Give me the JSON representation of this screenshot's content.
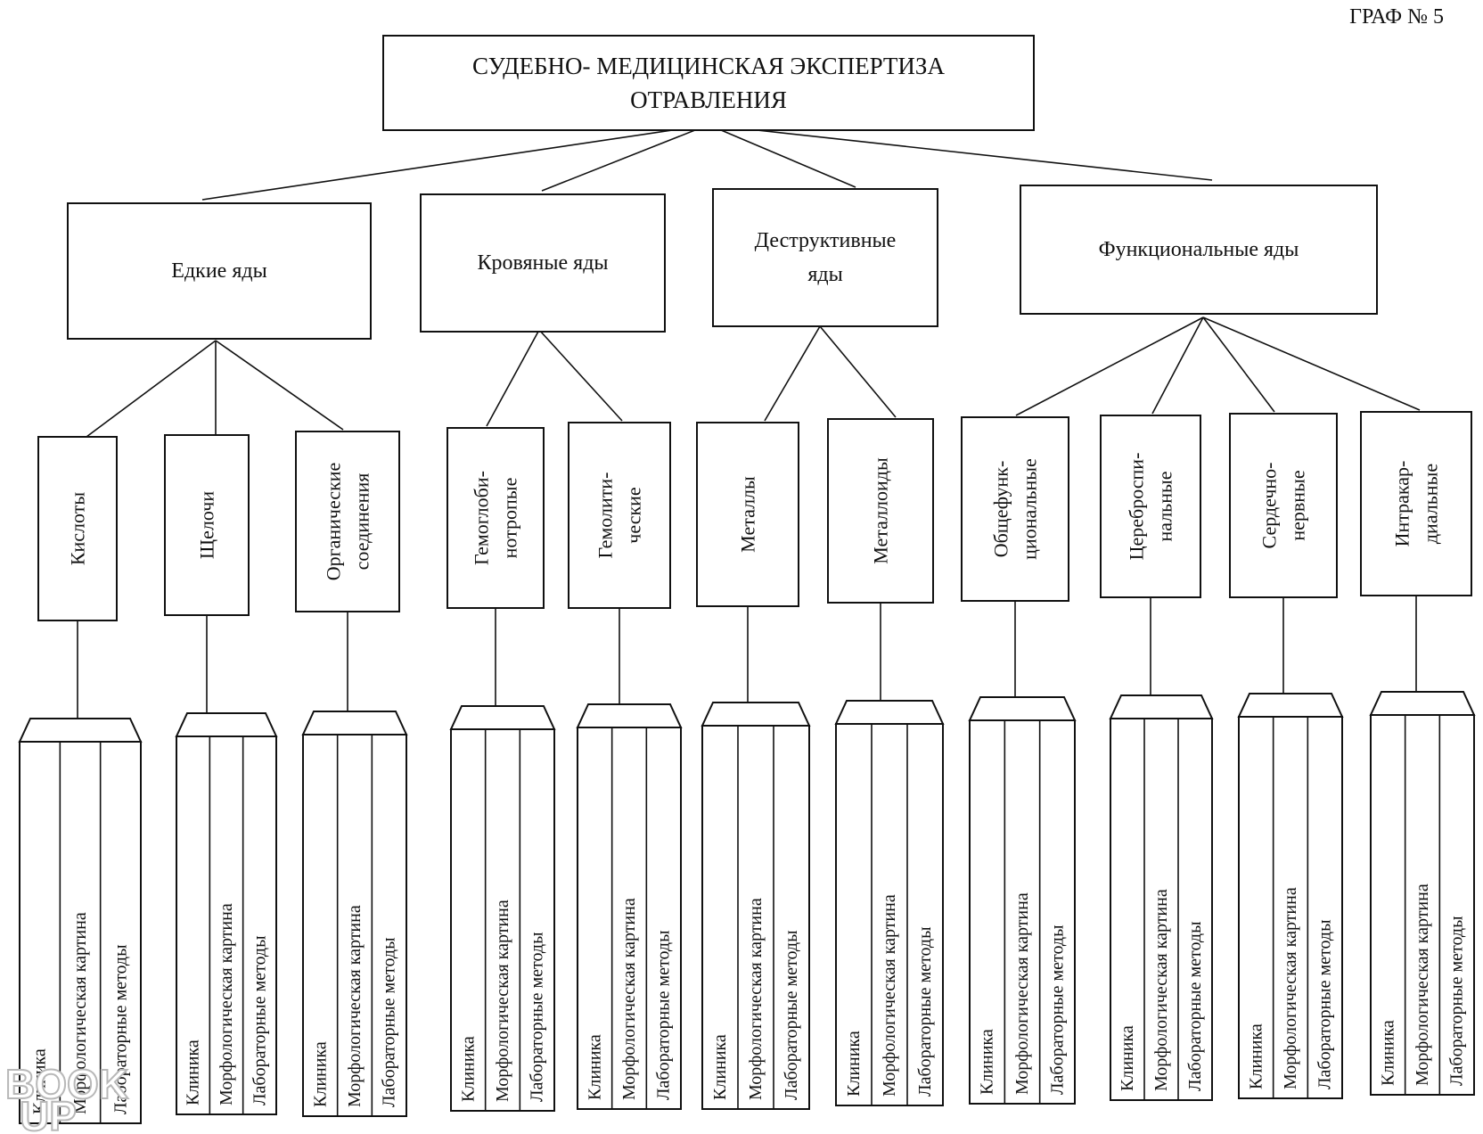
{
  "graf_label": "ГРАФ № 5",
  "root": {
    "lines": [
      "СУДЕБНО- МЕДИЦИНСКАЯ ЭКСПЕРТИЗА",
      "ОТРАВЛЕНИЯ"
    ]
  },
  "categories": [
    {
      "lines": [
        "Едкие яды"
      ]
    },
    {
      "lines": [
        "Кровяные яды"
      ]
    },
    {
      "lines": [
        "Деструктивные",
        "яды"
      ]
    },
    {
      "lines": [
        "Функциональные яды"
      ]
    }
  ],
  "subcategories": [
    {
      "lines": [
        "Кислоты"
      ]
    },
    {
      "lines": [
        "Щелочи"
      ]
    },
    {
      "lines": [
        "Органические",
        "соединения"
      ]
    },
    {
      "lines": [
        "Гемоглоби-",
        "нотропые"
      ]
    },
    {
      "lines": [
        "Гемолити-",
        "ческие"
      ]
    },
    {
      "lines": [
        "Металлы"
      ]
    },
    {
      "lines": [
        "Металлоиды"
      ]
    },
    {
      "lines": [
        "Общефунк-",
        "циональные"
      ]
    },
    {
      "lines": [
        "Цереброспи-",
        "нальные"
      ]
    },
    {
      "lines": [
        "Сердечно-",
        "нервные"
      ]
    },
    {
      "lines": [
        "Интракар-",
        "диальные"
      ]
    }
  ],
  "columns": [
    "Клиника",
    "Морфологическая картина",
    "Лабораторные методы"
  ],
  "watermark": [
    "BOOK",
    "UP"
  ]
}
